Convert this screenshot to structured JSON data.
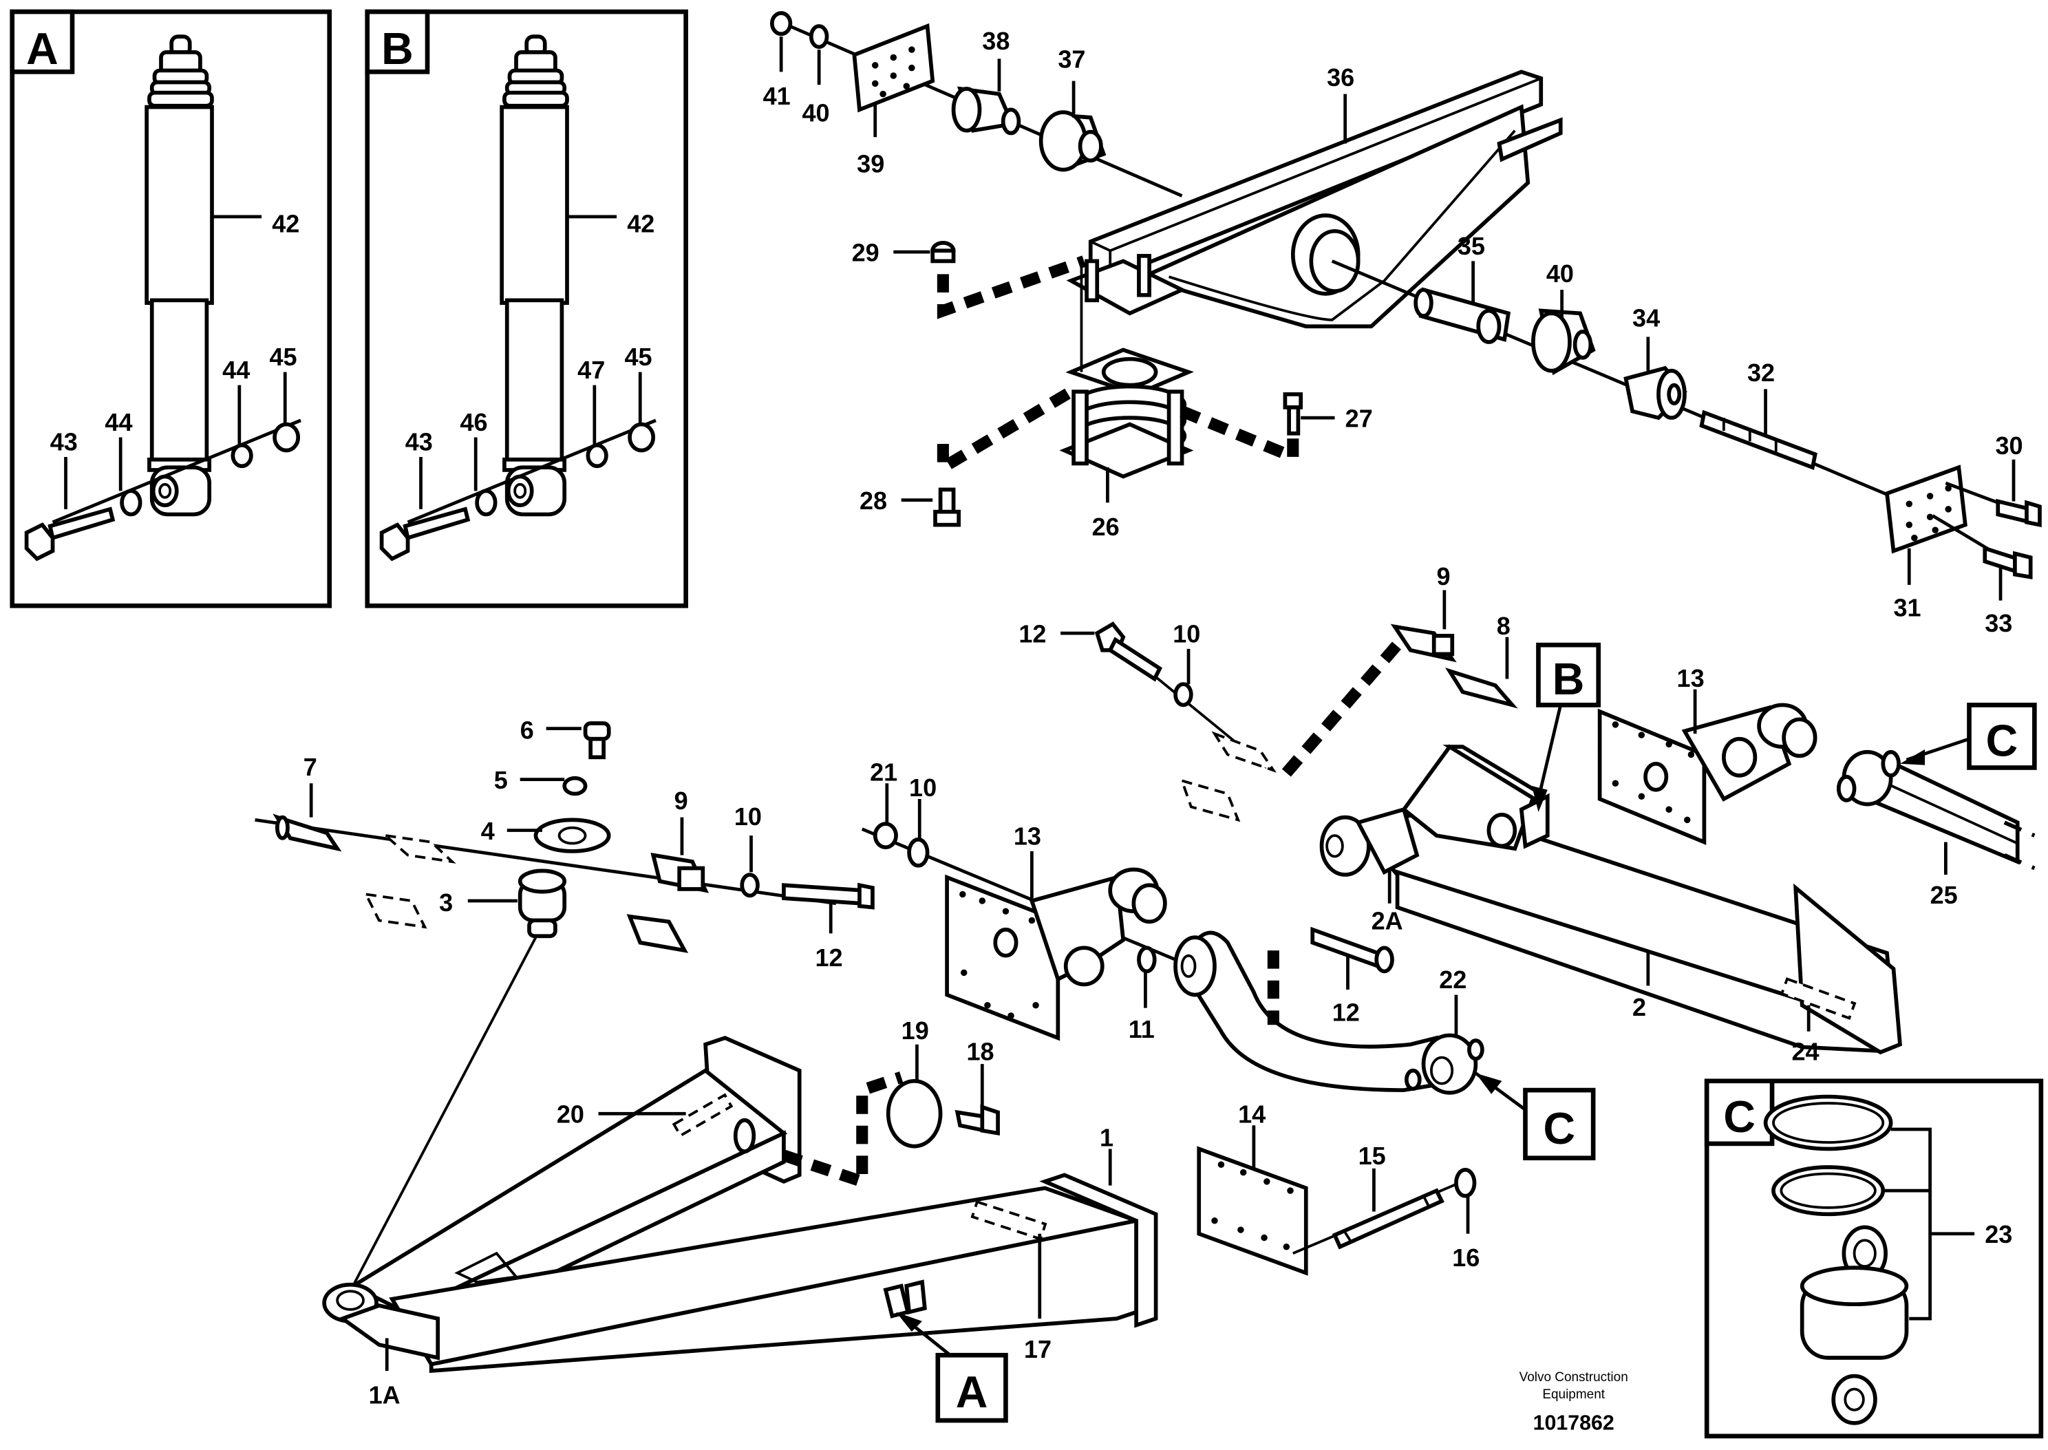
{
  "panels": {
    "A": {
      "letter": "A",
      "labels": [
        "42",
        "43",
        "44",
        "44",
        "45"
      ]
    },
    "B": {
      "letter": "B",
      "labels": [
        "42",
        "43",
        "46",
        "47",
        "45"
      ]
    },
    "C": {
      "letter": "C",
      "labels": [
        "23"
      ]
    }
  },
  "callouts": {
    "A": "A",
    "B": "B",
    "C1": "C",
    "C2": "C"
  },
  "labels": {
    "l41": "41",
    "l40a": "40",
    "l39": "39",
    "l38": "38",
    "l37": "37",
    "l36": "36",
    "l29": "29",
    "l35": "35",
    "l40b": "40",
    "l34": "34",
    "l32": "32",
    "l30": "30",
    "l27": "27",
    "l28": "28",
    "l26": "26",
    "l31": "31",
    "l33": "33",
    "l9a": "9",
    "l8": "8",
    "l12a": "12",
    "l10a": "10",
    "l13a": "13",
    "l6": "6",
    "l5": "5",
    "l4": "4",
    "l7": "7",
    "l3": "3",
    "l9b": "9",
    "l10b": "10",
    "l12b": "12",
    "l21": "21",
    "l10c": "10",
    "l13b": "13",
    "l11": "11",
    "l12c": "12",
    "l2A": "2A",
    "l2": "2",
    "l24": "24",
    "l25": "25",
    "l22": "22",
    "l19": "19",
    "l18": "18",
    "l20": "20",
    "l1": "1",
    "l14": "14",
    "l15": "15",
    "l16": "16",
    "l17": "17",
    "l1A": "1A"
  },
  "footer": {
    "brand_line1": "Volvo Construction",
    "brand_line2": "Equipment",
    "drawing_number": "1017862"
  }
}
